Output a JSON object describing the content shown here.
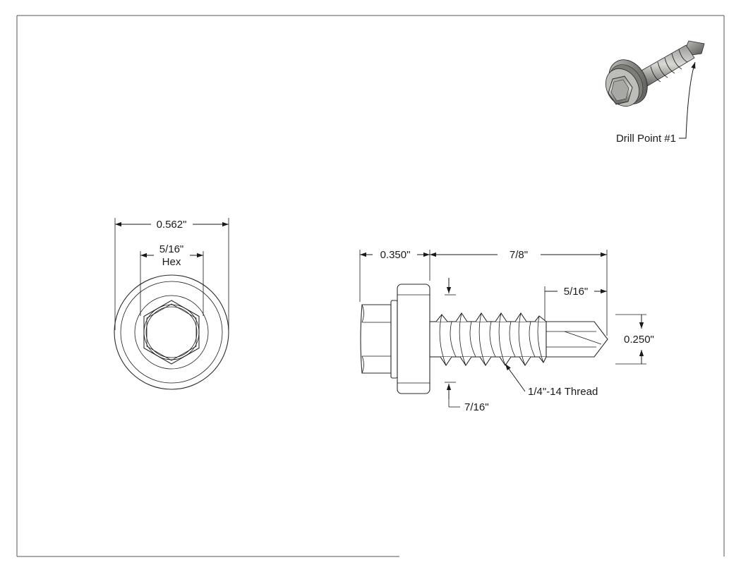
{
  "end_view": {
    "overall_diameter": "0.562\"",
    "hex_size": "5/16\"",
    "hex_label": "Hex"
  },
  "side_view": {
    "head_length": "0.350\"",
    "shank_length": "7/8\"",
    "drill_point_length": "5/16\"",
    "thread_diameter": "0.250\"",
    "thread_callout": "1/4\"-14 Thread",
    "washer_diameter": "7/16\""
  },
  "iso_view": {
    "callout": "Drill Point #1"
  }
}
